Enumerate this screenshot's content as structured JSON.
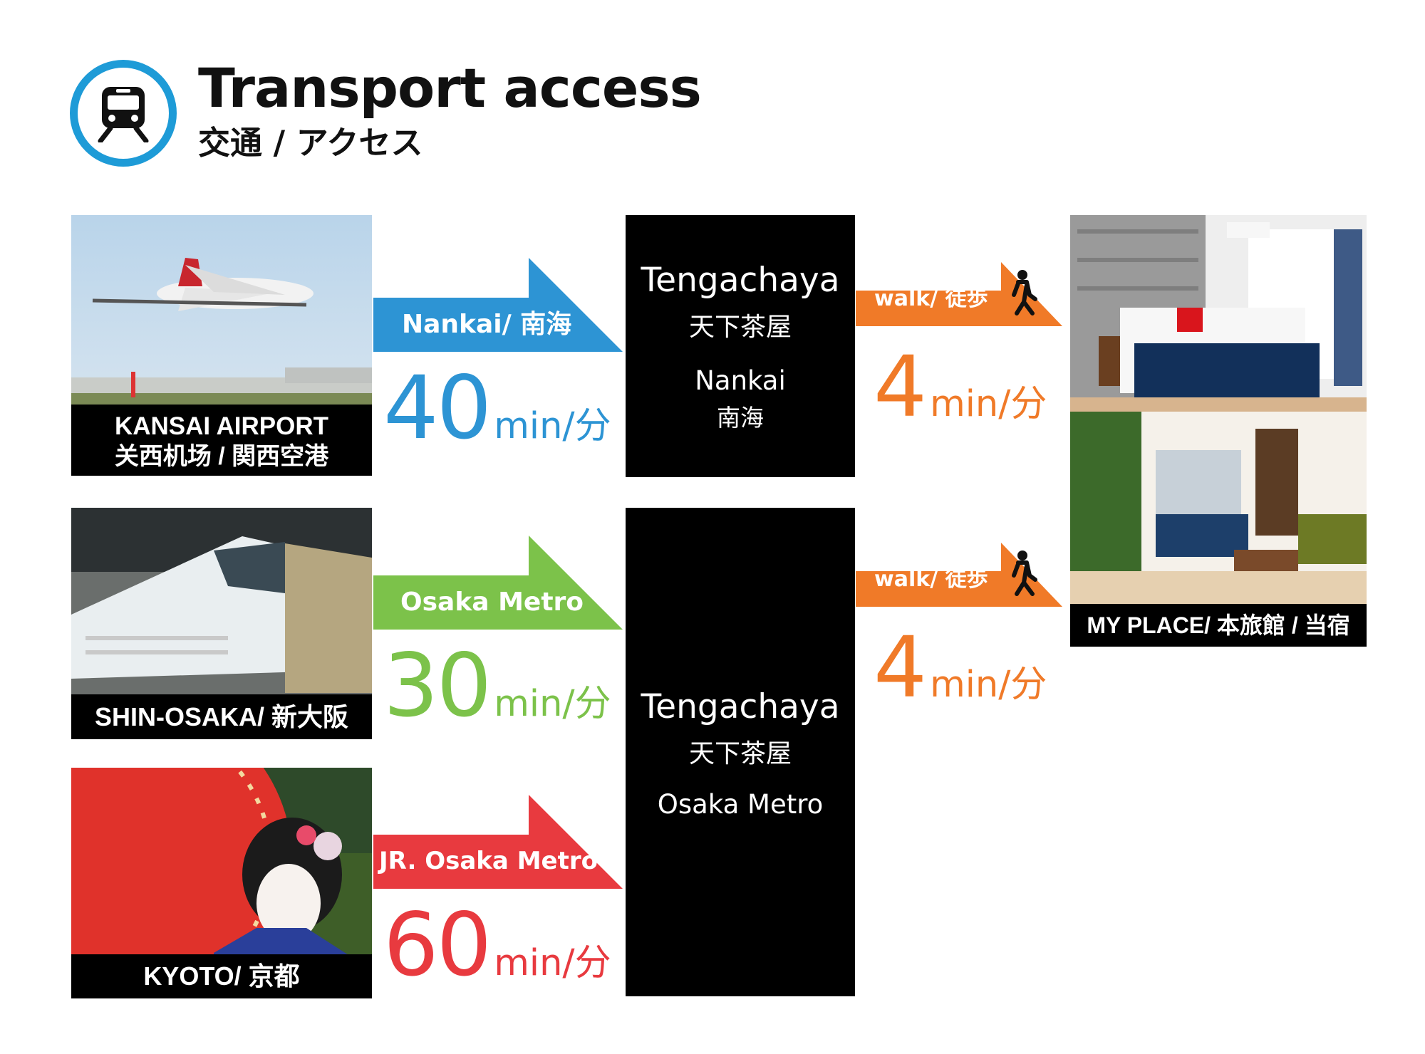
{
  "header": {
    "title": "Transport access",
    "subtitle": "交通 / アクセス",
    "icon": "train-icon",
    "accent": "#1e9bd7"
  },
  "origins": [
    {
      "caption_line1": "KANSAI AIRPORT",
      "caption_line2": "关西机场 / 関西空港",
      "photo": "airplane"
    },
    {
      "caption_line1": "SHIN-OSAKA/ 新大阪",
      "photo": "bullet-train"
    },
    {
      "caption_line1": "KYOTO/ 京都",
      "photo": "geisha"
    }
  ],
  "routes": [
    {
      "label": "Nankai/ 南海",
      "minutes": "40",
      "unit": "min/分",
      "color": "#2d94d4"
    },
    {
      "label": "Osaka Metro",
      "minutes": "30",
      "unit": "min/分",
      "color": "#7cc24a"
    },
    {
      "label": "JR. Osaka Metro",
      "minutes": "60",
      "unit": "min/分",
      "color": "#e83a3f"
    }
  ],
  "stations": [
    {
      "name": "Tengachaya",
      "name_jp": "天下茶屋",
      "line": "Nankai",
      "line_jp": "南海"
    },
    {
      "name": "Tengachaya",
      "name_jp": "天下茶屋",
      "line": "Osaka Metro"
    }
  ],
  "walks": [
    {
      "label": "walk/ 徒歩",
      "minutes": "4",
      "unit": "min/分",
      "color": "#f07a28",
      "icon": "walking-person-icon"
    },
    {
      "label": "walk/ 徒歩",
      "minutes": "4",
      "unit": "min/分",
      "color": "#f07a28",
      "icon": "walking-person-icon"
    }
  ],
  "destination": {
    "caption": "MY PLACE/ 本旅館 / 当宿",
    "photos": [
      "bedroom",
      "living-room"
    ]
  }
}
